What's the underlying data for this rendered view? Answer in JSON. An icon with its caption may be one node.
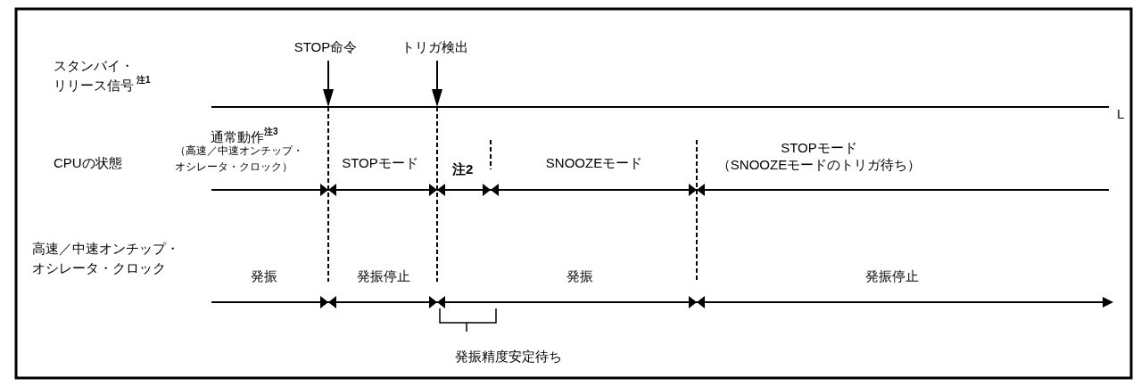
{
  "diagram": {
    "labels": [
      "STOP命令",
      "トリガ検出",
      "スタンバイ・リリース信号$^{注1}$",
      "L",
      "通常動作$^{注3}$",
      "（高速／中速オンチップ・オシレータ・クロック）",
      "CPUの状態",
      "STOPモード",
      "注2",
      "SNOOZEモード",
      "STOPモード",
      "（SNOOZEモードのトリガ待ち）",
      "高速／中速オンチップ・オシレータ・クロック",
      "発振",
      "発振停止",
      "発振",
      "発振停止",
      "発振精度安定待ち"
    ]
  }
}
